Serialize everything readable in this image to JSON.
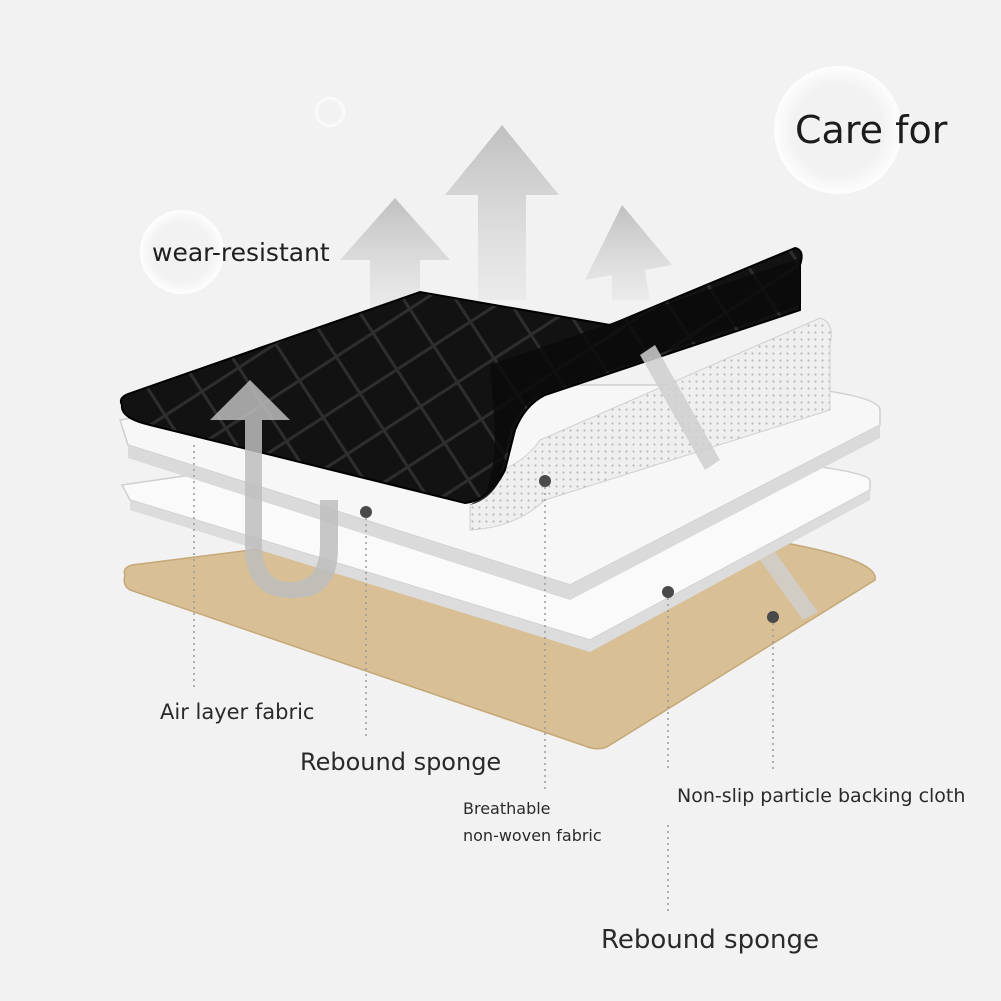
{
  "title": "Care for",
  "feature": "wear-resistant",
  "layers": {
    "air_layer": "Air layer fabric",
    "rebound_sponge_upper": "Rebound sponge",
    "breathable_line1": "Breathable",
    "breathable_line2": "non-woven fabric",
    "non_slip": "Non-slip particle backing cloth",
    "rebound_sponge_lower": "Rebound sponge"
  },
  "colors": {
    "background": "#f2f2f2",
    "top_fabric": "#111111",
    "sponge": "#f4f4f4",
    "backing": "#d8bf95",
    "arrow": "#c9c9c9"
  }
}
